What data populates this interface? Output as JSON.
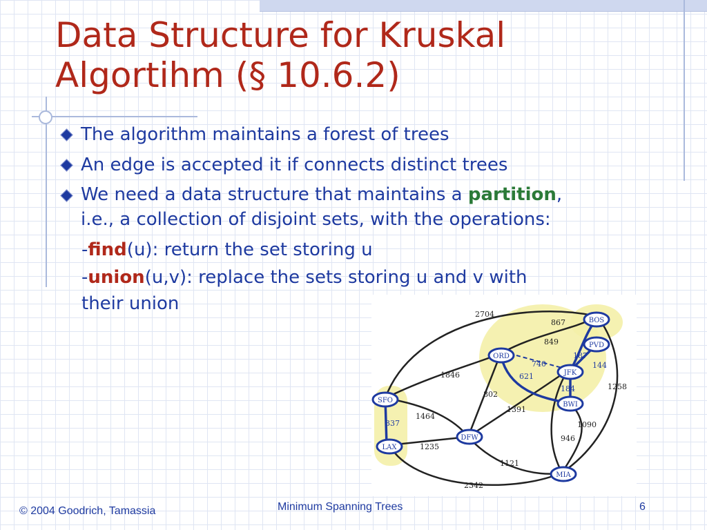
{
  "slide": {
    "title_line1": "Data Structure for Kruskal",
    "title_line2": "Algortihm (§ 10.6.2)",
    "bullets": [
      "The algorithm maintains a forest of trees",
      "An edge is accepted it if connects distinct trees"
    ],
    "bullet3": {
      "pre": "We need a data structure that maintains a ",
      "emphasis": "partition",
      "post": ",",
      "line2": "i.e., a collection of disjoint sets, with the operations:"
    },
    "ops": {
      "find_dash": "-",
      "find": "find",
      "find_rest": "(u): return the set storing u",
      "union_dash": "-",
      "union": "union",
      "union_rest": "(u,v): replace the sets storing u and v with",
      "union_line2": "their union"
    },
    "graph": {
      "nodes": [
        "BOS",
        "PVD",
        "ORD",
        "JFK",
        "BWI",
        "SFO",
        "LAX",
        "DFW",
        "MIA"
      ],
      "edge_weights": [
        "2704",
        "867",
        "849",
        "187",
        "144",
        "740",
        "621",
        "184",
        "1846",
        "802",
        "1391",
        "1258",
        "1090",
        "946",
        "1464",
        "337",
        "1235",
        "1121",
        "2342"
      ]
    },
    "footer": {
      "copyright": "© 2004 Goodrich, Tamassia",
      "center": "Minimum Spanning Trees",
      "page": "6"
    },
    "colors": {
      "title": "#b0281a",
      "body": "#1e3aa0",
      "emphasis_green": "#2b7a38",
      "emphasis_red": "#b0281a",
      "highlight": "#f4f0a8"
    }
  }
}
